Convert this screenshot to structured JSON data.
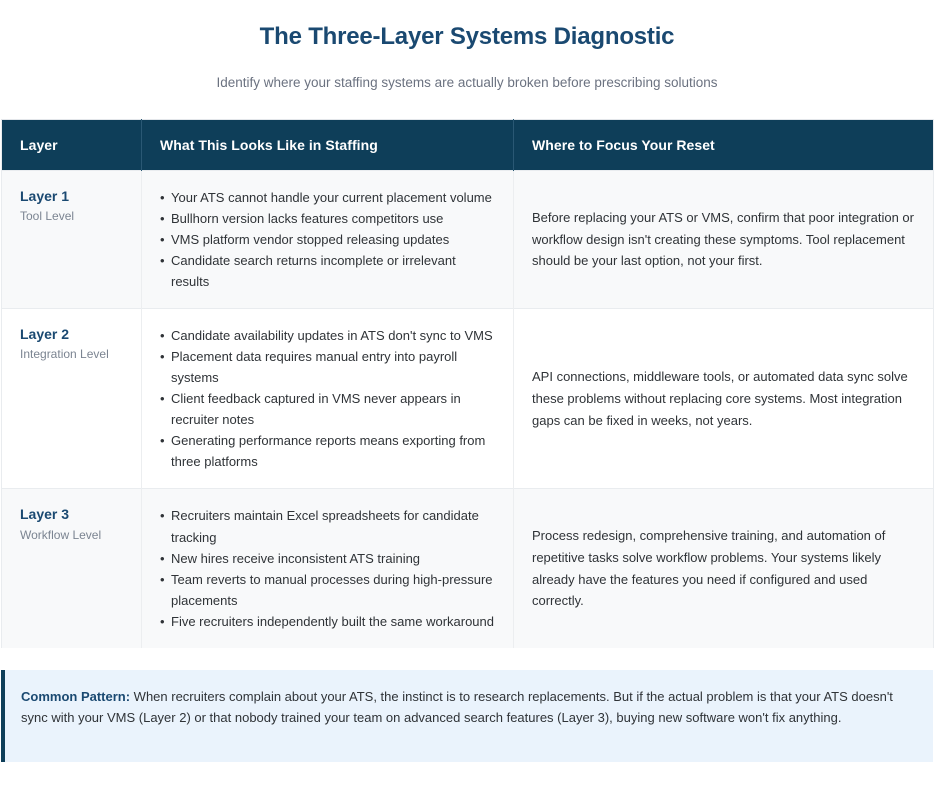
{
  "header": {
    "title": "The Three-Layer Systems Diagnostic",
    "subtitle": "Identify where your staffing systems are actually broken before prescribing solutions"
  },
  "table": {
    "columns": [
      "Layer",
      "What This Looks Like in Staffing",
      "Where to Focus Your Reset"
    ],
    "rows": [
      {
        "layer_name": "Layer 1",
        "layer_sub": "Tool Level",
        "symptoms": [
          "Your ATS cannot handle your current placement volume",
          "Bullhorn version lacks features competitors use",
          "VMS platform vendor stopped releasing updates",
          "Candidate search returns incomplete or irrelevant results"
        ],
        "focus": "Before replacing your ATS or VMS, confirm that poor integration or workflow design isn't creating these symptoms. Tool replacement should be your last option, not your first."
      },
      {
        "layer_name": "Layer 2",
        "layer_sub": "Integration Level",
        "symptoms": [
          "Candidate availability updates in ATS don't sync to VMS",
          "Placement data requires manual entry into payroll systems",
          "Client feedback captured in VMS never appears in recruiter notes",
          "Generating performance reports means exporting from three platforms"
        ],
        "focus": "API connections, middleware tools, or automated data sync solve these problems without replacing core systems. Most integration gaps can be fixed in weeks, not years."
      },
      {
        "layer_name": "Layer 3",
        "layer_sub": "Workflow Level",
        "symptoms": [
          "Recruiters maintain Excel spreadsheets for candidate tracking",
          "New hires receive inconsistent ATS training",
          "Team reverts to manual processes during high-pressure placements",
          "Five recruiters independently built the same workaround"
        ],
        "focus": "Process redesign, comprehensive training, and automation of repetitive tasks solve workflow problems. Your systems likely already have the features you need if configured and used correctly."
      }
    ]
  },
  "callout": {
    "label": "Common Pattern:",
    "body": " When recruiters complain about your ATS, the instinct is to research replacements. But if the actual problem is that your ATS doesn't sync with your VMS (Layer 2) or that nobody trained your team on advanced search features (Layer 3), buying new software won't fix anything."
  },
  "colors": {
    "header_bg": "#0e3e59",
    "title": "#1a4971",
    "muted": "#6b7280",
    "row_alt_bg": "#f8f9fa",
    "callout_bg": "#eaf3fc",
    "callout_border": "#0e3e59"
  }
}
